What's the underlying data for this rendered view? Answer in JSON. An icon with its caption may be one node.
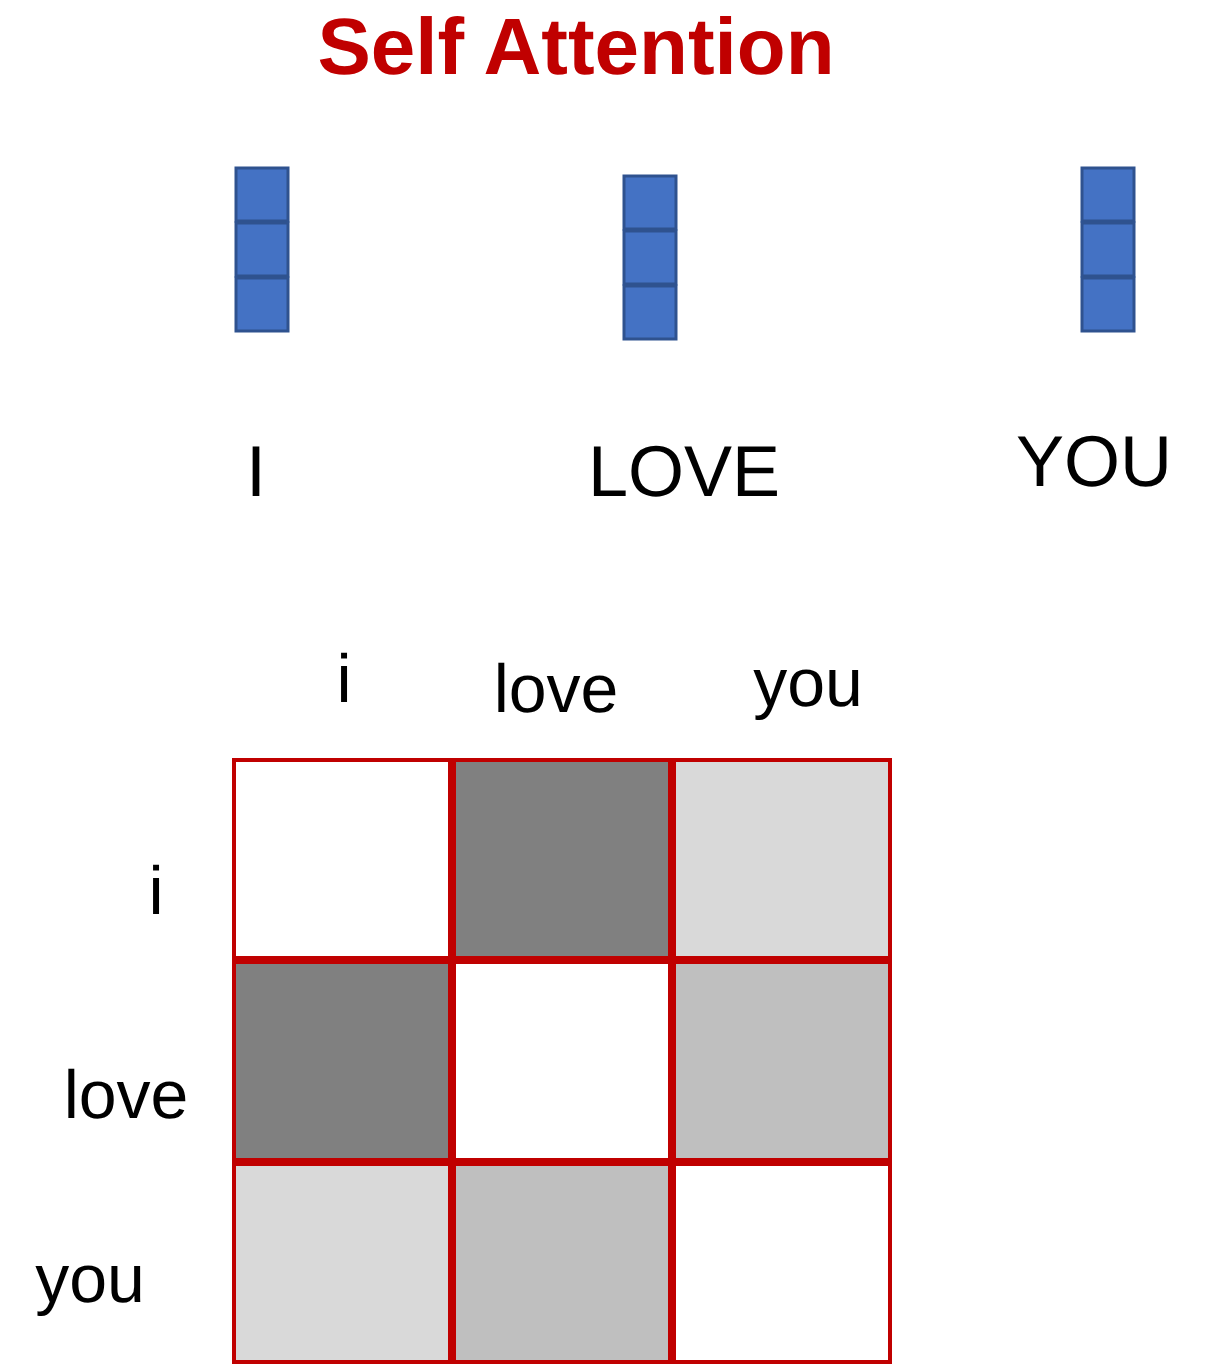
{
  "diagram": {
    "title": "Self Attention",
    "labels": [
      "I",
      "LOVE",
      "YOU",
      "i",
      "love",
      "you",
      "i",
      "love",
      "you"
    ]
  }
}
